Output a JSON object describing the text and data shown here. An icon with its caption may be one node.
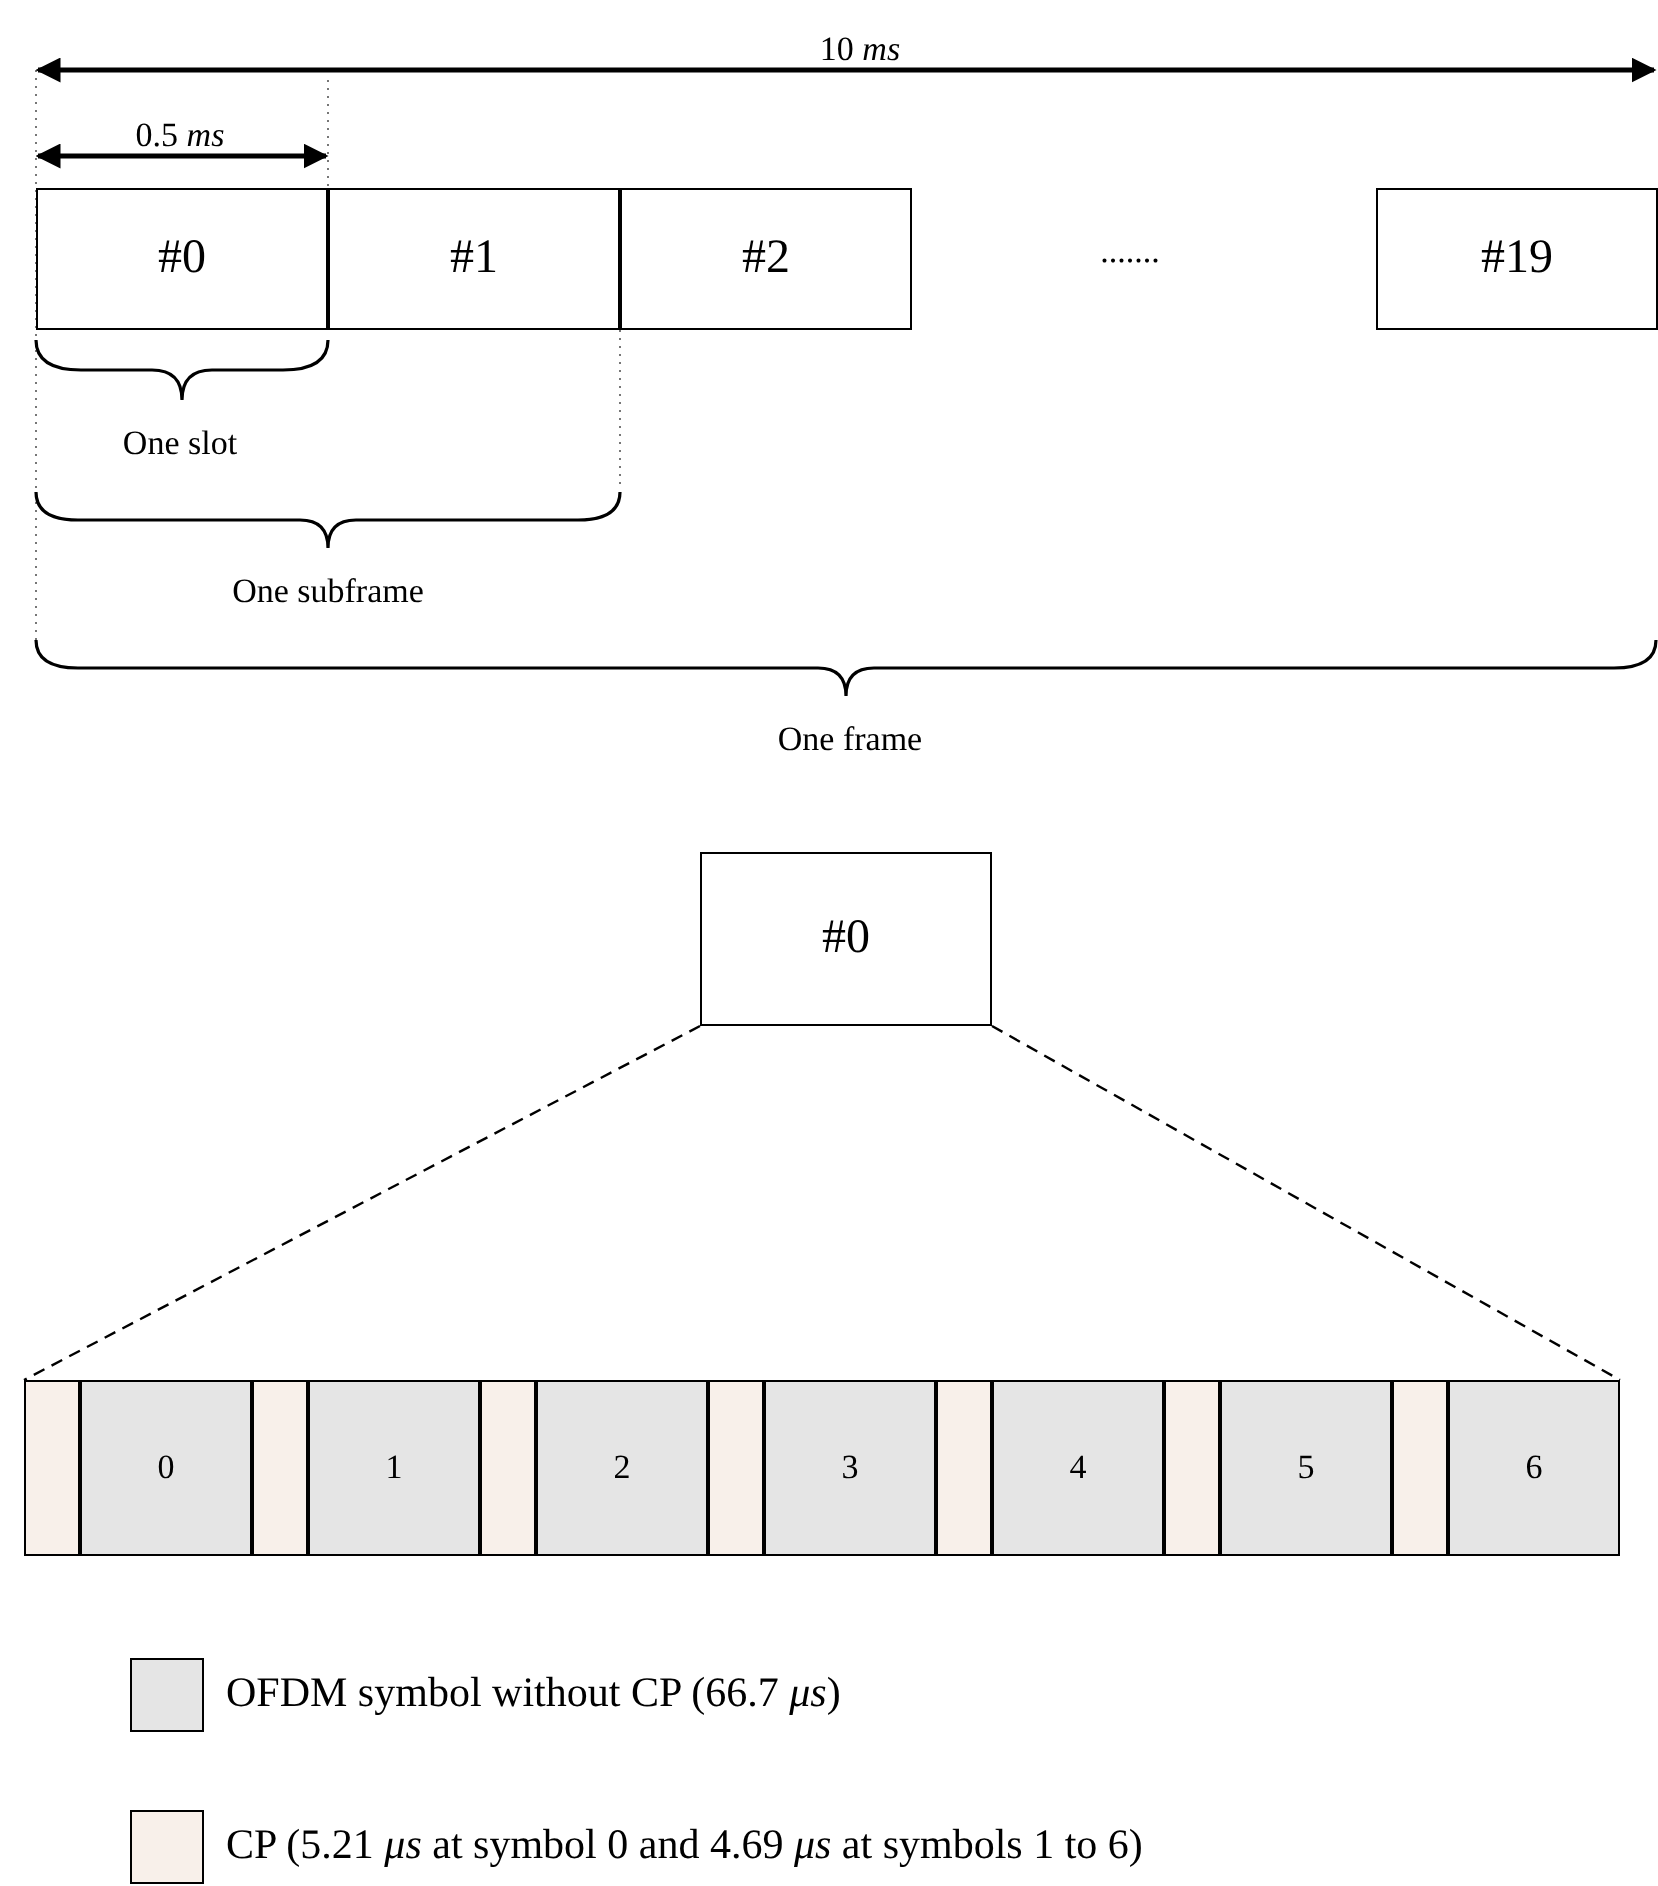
{
  "diagram": {
    "nodes": [
      {
        "text": [
          "#0"
        ]
      },
      {
        "text": [
          "#1"
        ]
      },
      {
        "text": [
          "#2"
        ]
      },
      {
        "text": [
          "#19"
        ]
      },
      {
        "text": [
          "#0"
        ]
      },
      {
        "text": [],
        "shape": "box"
      },
      {
        "text": [
          "0"
        ]
      },
      {
        "text": [],
        "shape": "box"
      },
      {
        "text": [
          "1"
        ]
      },
      {
        "text": [],
        "shape": "box"
      },
      {
        "text": [
          "2"
        ]
      },
      {
        "text": [],
        "shape": "box"
      },
      {
        "text": [
          "3"
        ]
      },
      {
        "text": [],
        "shape": "box"
      },
      {
        "text": [
          "4"
        ]
      },
      {
        "text": [],
        "shape": "box"
      },
      {
        "text": [
          "5"
        ]
      },
      {
        "text": [],
        "shape": "box"
      },
      {
        "text": [
          "6"
        ]
      }
    ],
    "edges": [
      {
        "from": 4,
        "to": 5,
        "arrow": "none",
        "style": "dashed"
      },
      {
        "from": 4,
        "to": 18,
        "arrow": "none",
        "style": "dashed"
      }
    ],
    "labels": [
      "10 *ms*",
      "0.5 *ms*",
      ".......",
      "One slot",
      "One subframe",
      "One frame"
    ],
    "legend": [
      {
        "text": "OFDM symbol without CP (66.7 *μs*)",
        "color": "#e5e5e5"
      },
      {
        "text": "CP (5.21 *μs* at symbol 0 and 4.69 *μs* at symbols 1 to 6)",
        "color": "#f8f0ea"
      }
    ]
  }
}
